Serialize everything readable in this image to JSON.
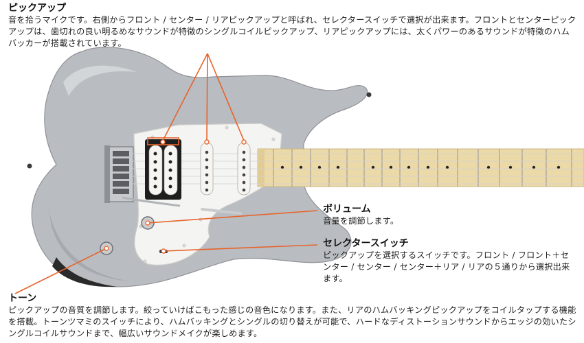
{
  "pickup": {
    "title": "ピックアップ",
    "description": "音を拾うマイクです。右側からフロント / センター / リアピックアップと呼ばれ、セレクタースイッチで選択が出来ます。フロントとセンターピックアップは、歯切れの良い明るめなサウンドが特徴のシングルコイルピックアップ、リアピックアップには、太くパワーのあるサウンドが特徴のハムバッカーが搭載されています。"
  },
  "volume": {
    "title": "ボリューム",
    "description": "音量を調節します。"
  },
  "selector": {
    "title": "セレクタースイッチ",
    "description": "ピックアップを選択するスイッチです。フロント / フロント＋センター / センター / センター＋リア / リアの５通りから選択出来ます。"
  },
  "tone": {
    "title": "トーン",
    "description": "ピックアップの音質を調節します。絞っていけばこもった感じの音色になります。また、リアのハムバッキングピックアップをコイルタップする機能を搭載。トーンツマミのスイッチにより、ハムバッキングとシングルの切り替えが可能で、ハードなディストーションサウンドからエッジの効いたシングルコイルサウンドまで、幅広いサウンドメイクが楽しめます。"
  },
  "colors": {
    "body": "#b9bcc0",
    "pickguard": "#f4f4f2",
    "maple": "#ecd9a8",
    "callout_line": "#e8632a",
    "hardware": "#5a5d62"
  }
}
